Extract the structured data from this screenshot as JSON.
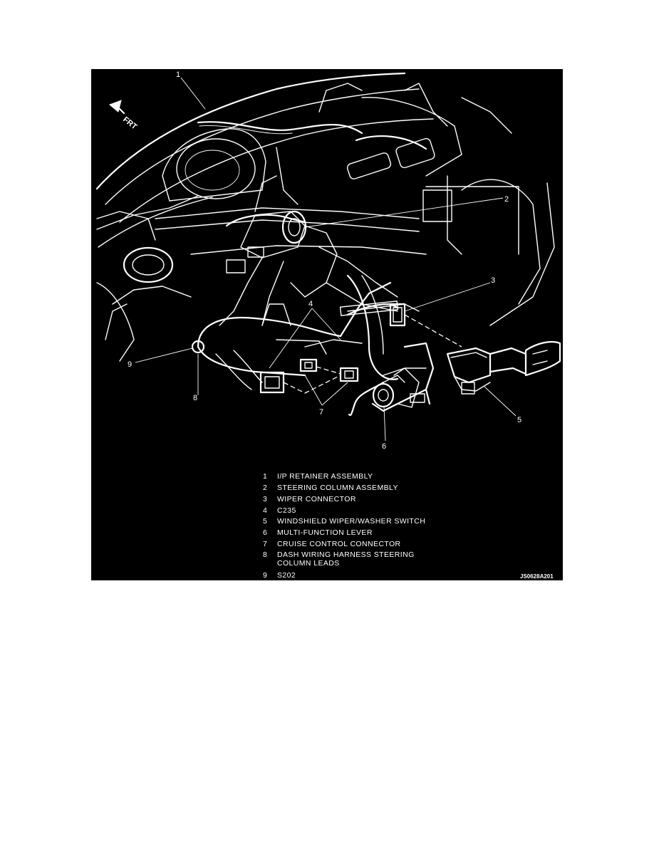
{
  "figure": {
    "orientation_label": "FRT",
    "callouts": [
      "1",
      "2",
      "3",
      "4",
      "5",
      "6",
      "7",
      "8",
      "9"
    ],
    "legend": [
      {
        "num": "1",
        "text": "I/P RETAINER ASSEMBLY"
      },
      {
        "num": "2",
        "text": "STEERING COLUMN ASSEMBLY"
      },
      {
        "num": "3",
        "text": "WIPER CONNECTOR"
      },
      {
        "num": "4",
        "text": "C235"
      },
      {
        "num": "5",
        "text": "WINDSHIELD WIPER/WASHER SWITCH"
      },
      {
        "num": "6",
        "text": "MULTI-FUNCTION LEVER"
      },
      {
        "num": "7",
        "text": "CRUISE CONTROL CONNECTOR"
      },
      {
        "num": "8",
        "text": "DASH WIRING HARNESS STEERING",
        "text2": "COLUMN LEADS"
      },
      {
        "num": "9",
        "text": "S202"
      }
    ],
    "image_code": "JS0628A201"
  }
}
